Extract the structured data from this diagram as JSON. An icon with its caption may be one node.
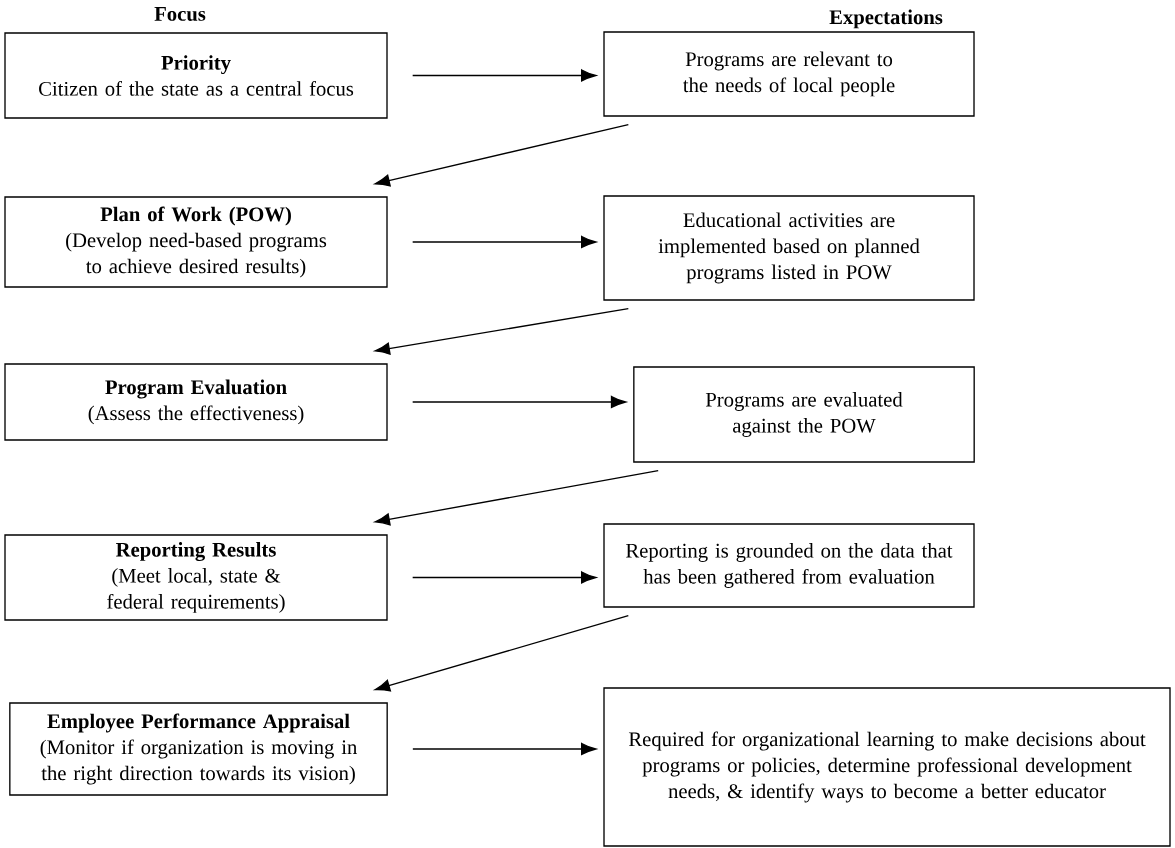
{
  "diagram": {
    "nodes": [
      {
        "text": [
          "Priority",
          "Citizen of the state as a central focus"
        ]
      },
      {
        "text": [
          "Programs are relevant to the needs of local people"
        ]
      },
      {
        "text": [
          "Plan of Work (POW)",
          "(Develop need-based programs to achieve desired results)"
        ]
      },
      {
        "text": [
          "Educational activities are implemented based on planned programs listed in POW"
        ]
      },
      {
        "text": [
          "Program Evaluation",
          "(Assess the effectiveness)"
        ]
      },
      {
        "text": [
          "Programs are evaluated against the POW"
        ]
      },
      {
        "text": [
          "Reporting Results",
          "(Meet local, state & federal requirements)"
        ]
      },
      {
        "text": [
          "Reporting is grounded on the data that has been gathered from evaluation"
        ]
      },
      {
        "text": [
          "Employee Performance Appraisal",
          "(Monitor if organization is moving in the right direction towards its vision)"
        ]
      },
      {
        "text": [
          "Required for organizational learning to make decisions about programs or policies, determine professional development needs, & identify ways to become a better educator"
        ]
      }
    ],
    "edges": [
      {
        "from": 0,
        "to": 1,
        "arrow": "to"
      },
      {
        "from": 1,
        "to": 2,
        "arrow": "to"
      },
      {
        "from": 2,
        "to": 3,
        "arrow": "to"
      },
      {
        "from": 3,
        "to": 4,
        "arrow": "to"
      },
      {
        "from": 4,
        "to": 5,
        "arrow": "to"
      },
      {
        "from": 5,
        "to": 6,
        "arrow": "to"
      },
      {
        "from": 6,
        "to": 7,
        "arrow": "to"
      },
      {
        "from": 7,
        "to": 8,
        "arrow": "to"
      },
      {
        "from": 8,
        "to": 9,
        "arrow": "to"
      }
    ],
    "labels": [
      "Focus",
      "Expectations"
    ]
  }
}
